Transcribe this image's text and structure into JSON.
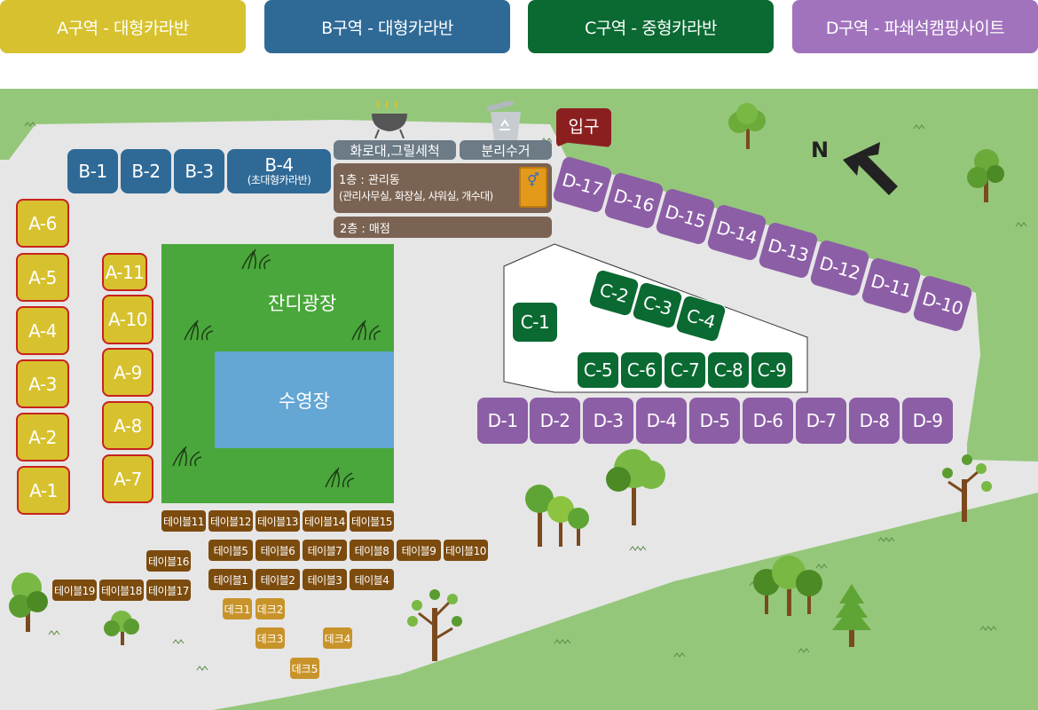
{
  "legend": [
    {
      "label": "A구역 - 대형카라반",
      "color": "#d7c12e"
    },
    {
      "label": "B구역 - 대형카라반",
      "color": "#2f6a97"
    },
    {
      "label": "C구역 - 중형카라반",
      "color": "#0a6a32"
    },
    {
      "label": "D구역 - 파쇄석캠핑사이트",
      "color": "#a173bd"
    }
  ],
  "map": {
    "compass": "N",
    "entrance": "입구",
    "lawn": "잔디광장",
    "pool": "수영장",
    "bbq_label": "화로대,그릴세척",
    "recycle_label": "분리수거",
    "office_floor1": "1층 : 관리동",
    "office_floor1_detail": "(관리사무실, 화장실, 샤워실, 개수대)",
    "office_floor2": "2층 : 매점",
    "icons": [
      "grill-icon",
      "recycle-bin-icon",
      "restroom-icon",
      "compass-arrow-icon",
      "tree-icon",
      "grass-icon"
    ]
  },
  "zones": {
    "a": [
      "A-1",
      "A-2",
      "A-3",
      "A-4",
      "A-5",
      "A-6",
      "A-7",
      "A-8",
      "A-9",
      "A-10",
      "A-11"
    ],
    "b": [
      "B-1",
      "B-2",
      "B-3",
      "B-4"
    ],
    "b4_sub": "(초대형카라반)",
    "c": [
      "C-1",
      "C-2",
      "C-3",
      "C-4",
      "C-5",
      "C-6",
      "C-7",
      "C-8",
      "C-9"
    ],
    "d": [
      "D-1",
      "D-2",
      "D-3",
      "D-4",
      "D-5",
      "D-6",
      "D-7",
      "D-8",
      "D-9",
      "D-10",
      "D-11",
      "D-12",
      "D-13",
      "D-14",
      "D-15",
      "D-16",
      "D-17"
    ]
  },
  "tables": [
    "테이블1",
    "테이블2",
    "테이블3",
    "테이블4",
    "테이블5",
    "테이블6",
    "테이블7",
    "테이블8",
    "테이블9",
    "테이블10",
    "테이블11",
    "테이블12",
    "테이블13",
    "테이블14",
    "테이블15",
    "테이블16",
    "테이블17",
    "테이블18",
    "테이블19"
  ],
  "decks": [
    "데크1",
    "데크2",
    "데크3",
    "데크4",
    "데크5"
  ],
  "colors": {
    "grass": "#95c77b",
    "ground": "#e6e6e6",
    "lawn": "#4aa73b",
    "pool": "#64a6d4",
    "office": "#7a6352",
    "facility_bar": "#6c7b86"
  }
}
